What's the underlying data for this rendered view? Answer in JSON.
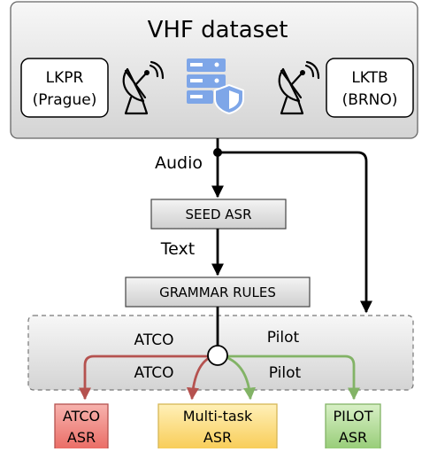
{
  "dataset": {
    "title": "VHF dataset",
    "left_airport": [
      "LKPR",
      "(Prague)"
    ],
    "right_airport": [
      "LKTB",
      "(BRNO)"
    ],
    "antenna_icon": "satellite-dish-icon",
    "server_icon": "shield-server-icon"
  },
  "edges": {
    "audio": "Audio",
    "text": "Text"
  },
  "boxes": {
    "seed_asr": "SEED ASR",
    "grammar_rules": "GRAMMAR RULES"
  },
  "splitter": {
    "atco_upper": "ATCO",
    "pilot_upper": "Pilot",
    "atco_lower": "ATCO",
    "pilot_lower": "Pilot"
  },
  "outputs": {
    "atco": [
      "ATCO",
      "ASR"
    ],
    "multitask": [
      "Multi-task",
      "ASR"
    ],
    "pilot": [
      "PILOT",
      "ASR"
    ]
  },
  "colors": {
    "atco": "#b5524f",
    "pilot": "#82b366",
    "atco_fill": "#f0928c",
    "multitask_fill": "#fce08c",
    "pilot_fill": "#b9dea1",
    "server_blue": "#7ea6e8"
  }
}
